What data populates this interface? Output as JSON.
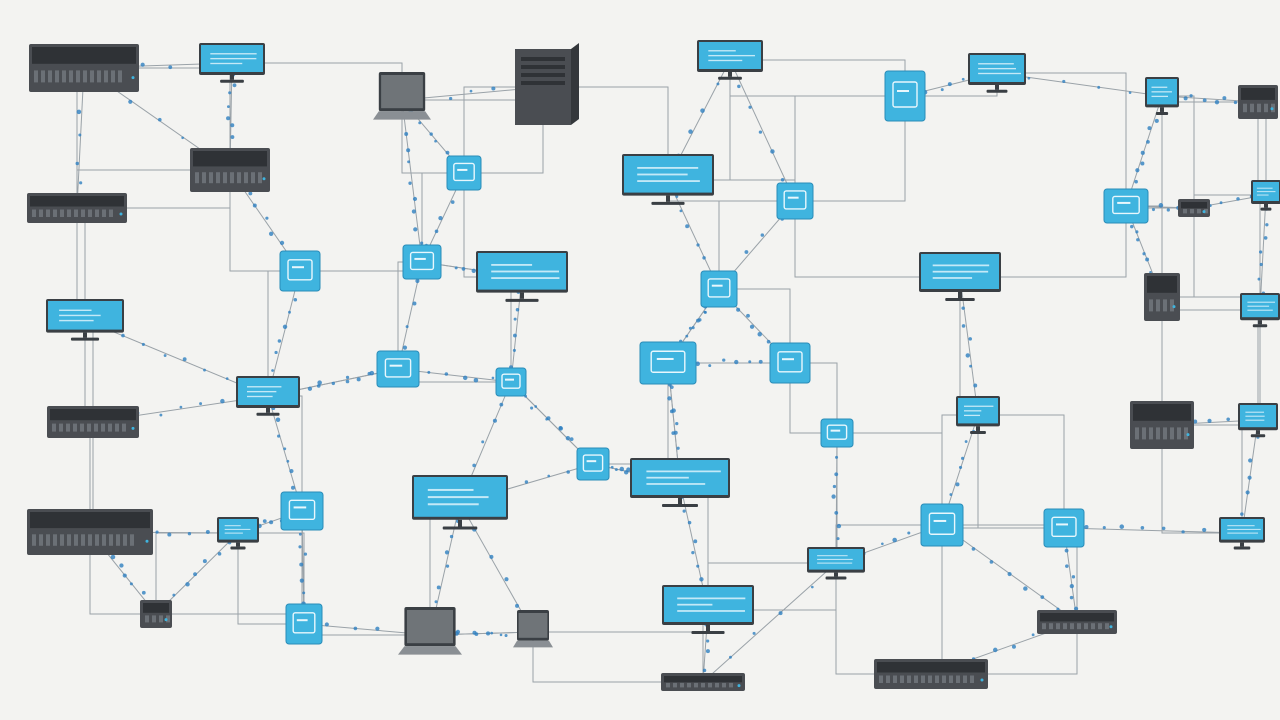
{
  "diagram": {
    "type": "network-topology-illustration",
    "node_kinds": [
      "monitor",
      "tile",
      "server",
      "tower",
      "laptop"
    ],
    "icons": {
      "monitor": "monitor-icon",
      "tile": "network-device-icon",
      "server": "server-rack-icon",
      "tower": "server-tower-icon",
      "laptop": "laptop-icon"
    },
    "colors": {
      "background": "#f3f3f1",
      "screen": "#3fb4df",
      "screen_light": "#7fd0ee",
      "bezel": "#3a3f44",
      "server": "#4a4d52",
      "line": "#9aa2a8",
      "dots": "#2e7fc0"
    }
  }
}
